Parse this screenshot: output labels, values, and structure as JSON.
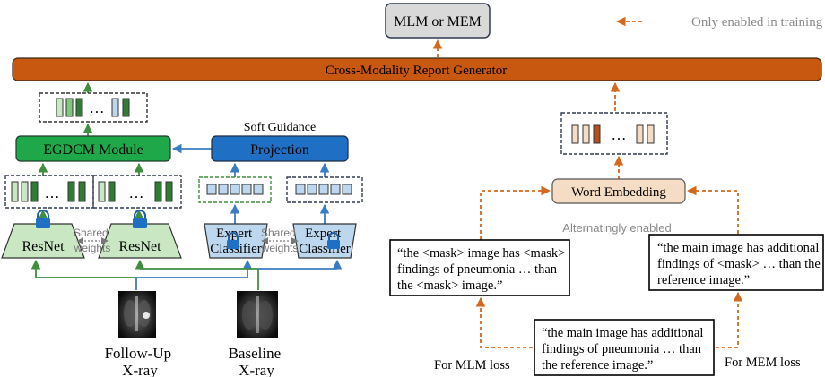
{
  "top_box": "MLM or MEM",
  "legend": {
    "label": "Only enabled in training",
    "color": "#d2691e"
  },
  "generator": "Cross-Modality Report Generator",
  "egdcm": "EGDCM Module",
  "soft_guidance": "Soft Guidance",
  "projection": "Projection",
  "resnet": "ResNet",
  "shared_weights": "Shared\nweights",
  "expert_classifier": "Expert\nClassifier",
  "followup": "Follow-Up\nX-ray",
  "baseline": "Baseline\nX-ray",
  "word_embedding": "Word Embedding",
  "alternating": "Alternatingly enabled",
  "mlm_text": "“the <mask> image has <mask>\nfindings of pneumonia … than\nthe  <mask> image.”",
  "mem_text": "“the main image has additional\nfindings of <mask> … than the\nreference image.”",
  "orig_text": "“the main image has additional\nfindings of pneumonia … than\nthe reference image.”",
  "mlm_loss": "For MLM loss",
  "mem_loss": "For MEM loss",
  "ellipsis": "…",
  "colors": {
    "orange": "#d2691e",
    "generator_fill": "#c8580f",
    "green_fill": "#1ea84a",
    "blue_fill": "#1f6fc4",
    "light_green": "#c9e7c3",
    "light_blue": "#bcd7ee",
    "gray_box": "#d9d9d9",
    "peach": "#f5dcc4"
  }
}
